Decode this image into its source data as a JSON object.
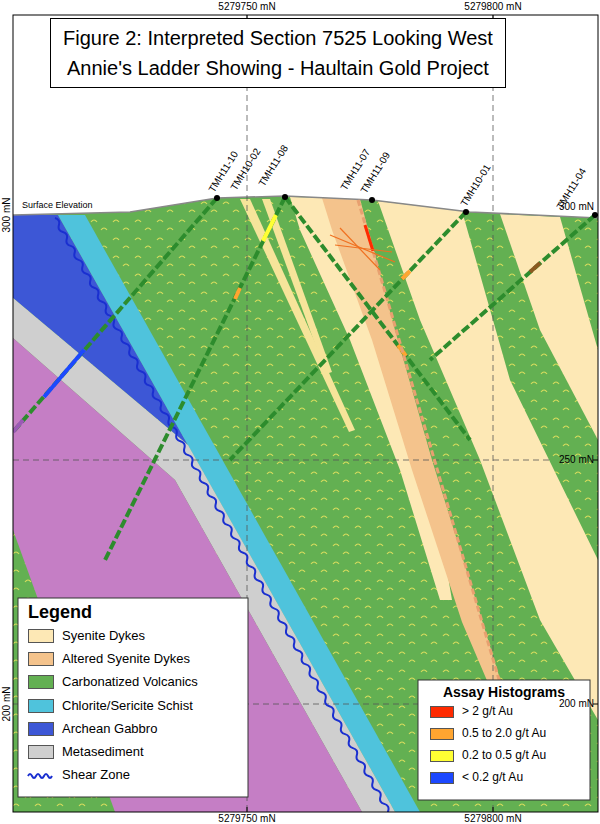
{
  "diagram": {
    "nodes": [
      {
        "text": [
          "Figure 2: Interpreted Section 7525 Looking West",
          "Annie's Ladder Showing - Haultain Gold Project"
        ]
      }
    ],
    "labels": [
      "Legend",
      "Assay Histograms",
      "5279750 mN",
      "5279800 mN",
      "5279750 mN",
      "5279800 mN",
      "300 mN",
      "200 mN",
      "300 mN",
      "250 mN",
      "200 mN",
      "Surface Elevation",
      "TMH11-10",
      "TMH10-02",
      "TMH11-08",
      "TMH11-07",
      "TMH11-09",
      "TMH10-01",
      "TMH11-04"
    ],
    "legend": [
      {
        "text": "Syenite Dykes",
        "color": "#fde8b5"
      },
      {
        "text": "Altered Syenite Dykes",
        "color": "#f4c38c"
      },
      {
        "text": "Carbonatized Volcanics",
        "color": "#63b052"
      },
      {
        "text": "Chlorite/Sericite Schist",
        "color": "#4fc3dc"
      },
      {
        "text": "Archean Gabbro",
        "color": "#3d57d6"
      },
      {
        "text": "Metasediment",
        "color": "#cfcfcf"
      },
      {
        "text": "Shear Zone"
      },
      {
        "text": "> 2 g/t Au",
        "color": "#ff2a00"
      },
      {
        "text": "0.5 to 2.0 g/t Au",
        "color": "#ffa530"
      },
      {
        "text": "0.2 to 0.5 g/t Au",
        "color": "#ffff33"
      },
      {
        "text": "< 0.2 g/t Au",
        "color": "#1c48ff"
      }
    ]
  }
}
